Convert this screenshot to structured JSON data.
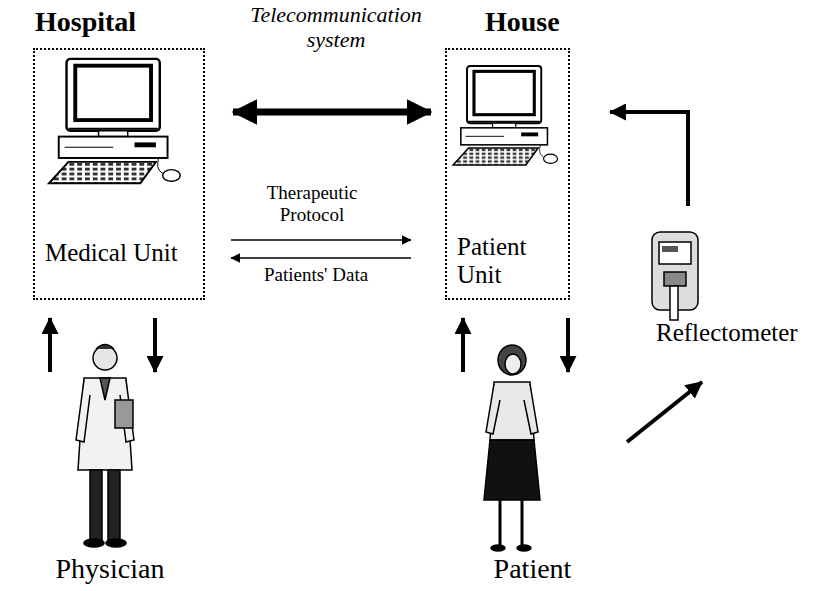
{
  "diagram": {
    "nodes": [
      {
        "text": [
          "Hospital",
          "Medical Unit"
        ]
      },
      {
        "text": [
          "House",
          "Patient Unit"
        ]
      },
      {
        "text": [
          "Physician"
        ]
      },
      {
        "text": [
          "Patient"
        ]
      },
      {
        "text": [
          "Reflectometer"
        ]
      }
    ],
    "edges": [
      {
        "from": 0,
        "to": 1,
        "arrow": "both",
        "label": "Telecommunication system"
      },
      {
        "from": 0,
        "to": 1,
        "arrow": "to",
        "label": "Therapeutic Protocol"
      },
      {
        "from": 1,
        "to": 0,
        "arrow": "to",
        "label": "Patients' Data"
      },
      {
        "from": 2,
        "to": 0,
        "arrow": "to"
      },
      {
        "from": 0,
        "to": 2,
        "arrow": "to"
      },
      {
        "from": 3,
        "to": 1,
        "arrow": "to"
      },
      {
        "from": 1,
        "to": 3,
        "arrow": "to"
      },
      {
        "from": 3,
        "to": 4,
        "arrow": "to"
      },
      {
        "from": 4,
        "to": 1,
        "arrow": "to"
      }
    ]
  }
}
